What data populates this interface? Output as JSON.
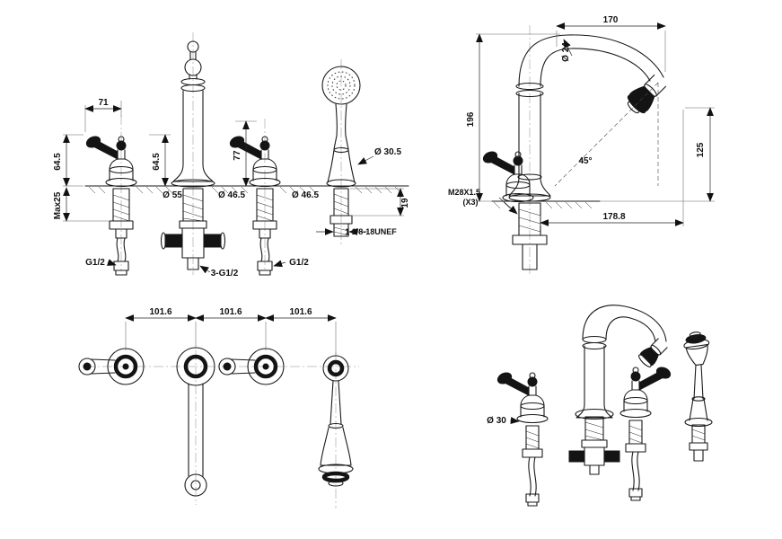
{
  "drawing": {
    "front": {
      "handle_offset": "71",
      "height_left": "64.5",
      "max_deck": "Max25",
      "height_mid": "64.5",
      "height_right": "77",
      "spout_base_dia": "Ø 55",
      "flange_dia_left": "Ø 46.5",
      "flange_dia_right": "Ø 46.5",
      "cradle_dia": "Ø 30.5",
      "shank_len": "19",
      "outlet_left": "G1/2",
      "outlet_center": "3-G1/2",
      "outlet_right": "G1/2",
      "hose_thread": "1 1/8-18UNEF"
    },
    "side": {
      "reach": "170",
      "tube_dia": "Ø 24",
      "height": "196",
      "outlet_height": "125",
      "outlet_angle": "45°",
      "mount_thread": "M28X1.5",
      "mount_thread_qty": "(X3)",
      "reach_base": "178.8"
    },
    "plan": {
      "spacing_a": "101.6",
      "spacing_b": "101.6",
      "spacing_c": "101.6"
    },
    "iso": {
      "base_dia": "Ø 30"
    }
  }
}
